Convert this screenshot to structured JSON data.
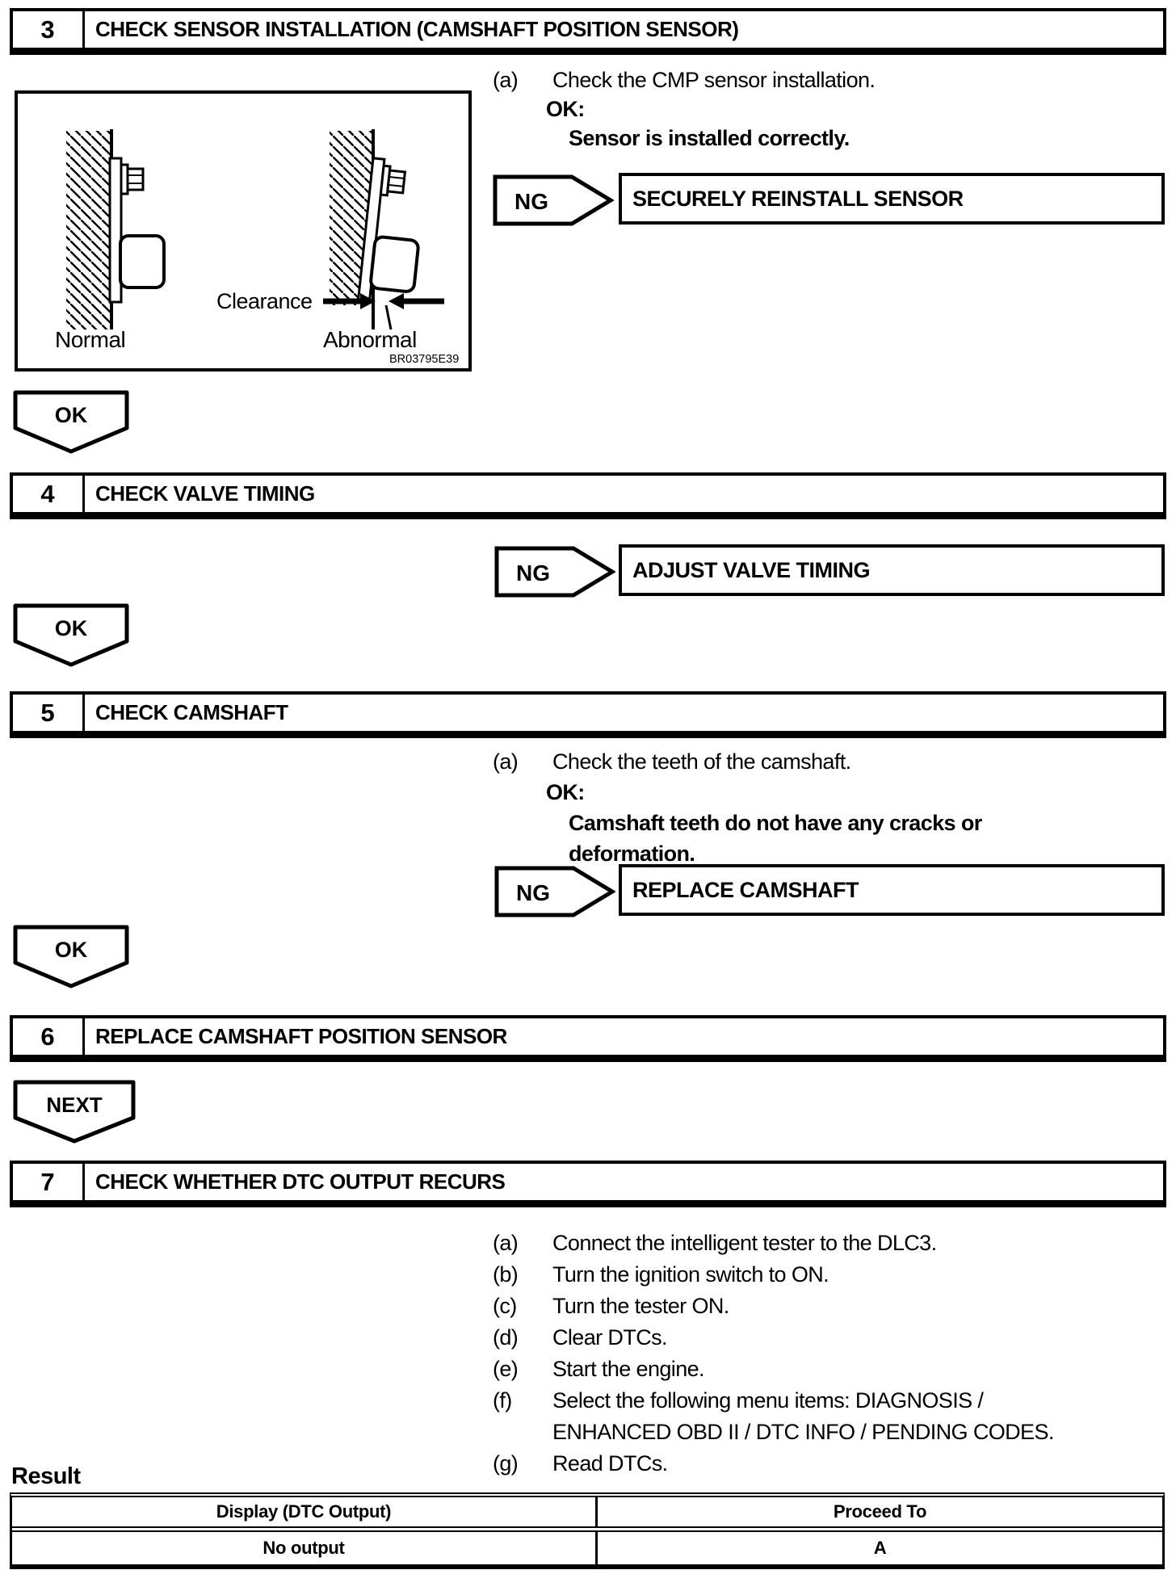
{
  "colors": {
    "ink": "#000000",
    "paper": "#ffffff"
  },
  "steps": {
    "s3": {
      "number": "3",
      "title": "CHECK SENSOR INSTALLATION (CAMSHAFT POSITION SENSOR)"
    },
    "s4": {
      "number": "4",
      "title": "CHECK VALVE TIMING"
    },
    "s5": {
      "number": "5",
      "title": "CHECK CAMSHAFT"
    },
    "s6": {
      "number": "6",
      "title": "REPLACE CAMSHAFT POSITION SENSOR"
    },
    "s7": {
      "number": "7",
      "title": "CHECK WHETHER DTC OUTPUT RECURS"
    }
  },
  "figure": {
    "clearance_label": "Clearance",
    "normal_label": "Normal",
    "abnormal_label": "Abnormal",
    "figure_code": "BR03795E39"
  },
  "step3": {
    "item_a_marker": "(a)",
    "item_a_text": "Check the CMP sensor installation.",
    "ok_heading": "OK:",
    "ok_condition": "Sensor is installed correctly.",
    "ng_label": "NG",
    "ng_action": "SECURELY REINSTALL SENSOR"
  },
  "step4": {
    "ng_label": "NG",
    "ng_action": "ADJUST VALVE TIMING"
  },
  "step5": {
    "item_a_marker": "(a)",
    "item_a_text": "Check the teeth of the camshaft.",
    "ok_heading": "OK:",
    "ok_condition_line1": "Camshaft teeth do not have any cracks or",
    "ok_condition_line2": "deformation.",
    "ng_label": "NG",
    "ng_action": "REPLACE CAMSHAFT"
  },
  "flow": {
    "ok_badge": "OK",
    "next_badge": "NEXT"
  },
  "step7": {
    "items": [
      {
        "marker": "(a)",
        "text": "Connect the intelligent tester to the DLC3."
      },
      {
        "marker": "(b)",
        "text": "Turn the ignition switch to ON."
      },
      {
        "marker": "(c)",
        "text": "Turn the tester ON."
      },
      {
        "marker": "(d)",
        "text": "Clear DTCs."
      },
      {
        "marker": "(e)",
        "text": "Start the engine."
      },
      {
        "marker": "(f)",
        "text": "Select the following menu items: DIAGNOSIS /"
      },
      {
        "marker": "",
        "text": "ENHANCED OBD II / DTC INFO / PENDING CODES."
      },
      {
        "marker": "(g)",
        "text": "Read DTCs."
      }
    ]
  },
  "result": {
    "heading": "Result",
    "table": {
      "col1_header": "Display (DTC Output)",
      "col2_header": "Proceed To",
      "row1_col1": "No output",
      "row1_col2": "A"
    }
  }
}
